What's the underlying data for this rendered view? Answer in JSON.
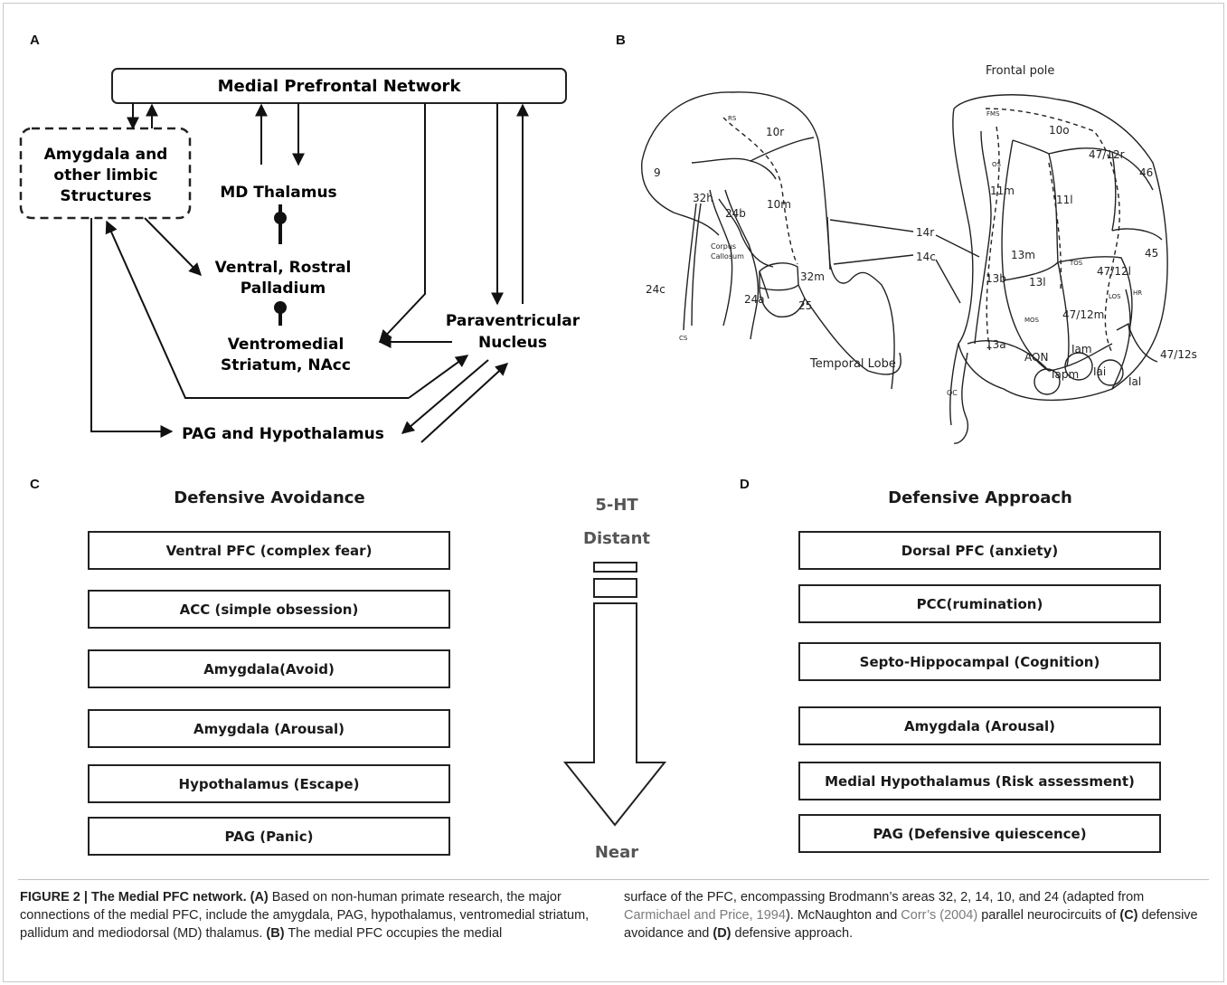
{
  "panels": {
    "A": "A",
    "B": "B",
    "C": "C",
    "D": "D"
  },
  "panel_a": {
    "network": "Medial Prefrontal Network",
    "amygdala_line1": "Amygdala and",
    "amygdala_line2": "other limbic",
    "amygdala_line3": "Structures",
    "md_thalamus": "MD Thalamus",
    "ventral_line1": "Ventral, Rostral",
    "ventral_line2": "Palladium",
    "striatum_line1": "Ventromedial",
    "striatum_line2": "Striatum, NAcc",
    "pvn_line1": "Paraventricular",
    "pvn_line2": "Nucleus",
    "pag": "PAG and Hypothalamus"
  },
  "panel_b": {
    "frontal_pole": "Frontal pole",
    "temporal_lobe": "Temporal Lobe",
    "corpus_line1": "Corpus",
    "corpus_line2": "Callosum",
    "areas_medial": [
      "9",
      "10r",
      "32h",
      "24b",
      "10m",
      "24c",
      "24a",
      "32m",
      "25",
      "RS",
      "CS"
    ],
    "areas_orbital": [
      "10o",
      "11m",
      "11l",
      "47/12r",
      "46",
      "45",
      "13m",
      "13b",
      "13l",
      "47/12l",
      "47/12m",
      "13a",
      "AON",
      "Iam",
      "Iapm",
      "Iai",
      "Ial",
      "47/12s",
      "FMS",
      "OS",
      "TOS",
      "LOS",
      "MOS",
      "HR",
      "OC"
    ],
    "pointer_14r": "14r",
    "pointer_14c": "14c"
  },
  "panel_c": {
    "title": "Defensive Avoidance",
    "boxes": [
      "Ventral PFC (complex fear)",
      "ACC (simple obsession)",
      "Amygdala(Avoid)",
      "Amygdala (Arousal)",
      "Hypothalamus (Escape)",
      "PAG (Panic)"
    ]
  },
  "center": {
    "ht": "5-HT",
    "distant": "Distant",
    "near": "Near"
  },
  "panel_d": {
    "title": "Defensive Approach",
    "boxes": [
      "Dorsal PFC (anxiety)",
      "PCC(rumination)",
      "Septo-Hippocampal (Cognition)",
      "Amygdala (Arousal)",
      "Medial Hypothalamus (Risk assessment)",
      "PAG (Defensive quiescence)"
    ]
  },
  "caption": {
    "fig": "FIGURE 2 | The Medial PFC network.",
    "a_tag": "(A)",
    "left1": " Based on non-human primate research, the major connections of the medial PFC, include the amygdala, PAG, hypothalamus, ventromedial striatum, pallidum and mediodorsal (MD) thalamus.",
    "b_tag": "(B)",
    "left2": " The medial PFC occupies the medial",
    "right1": "surface of the PFC, encompassing Brodmann’s areas 32, 2, 14, 10, and 24 (adapted from",
    "cite1": "Carmichael and Price, 1994",
    "right2": "). McNaughton and",
    "cite2": "Corr’s (2004)",
    "right3": " parallel neurocircuits of",
    "c_tag": "(C)",
    "right4": " defensive avoidance and",
    "d_tag": "(D)",
    "right5": " defensive approach."
  }
}
